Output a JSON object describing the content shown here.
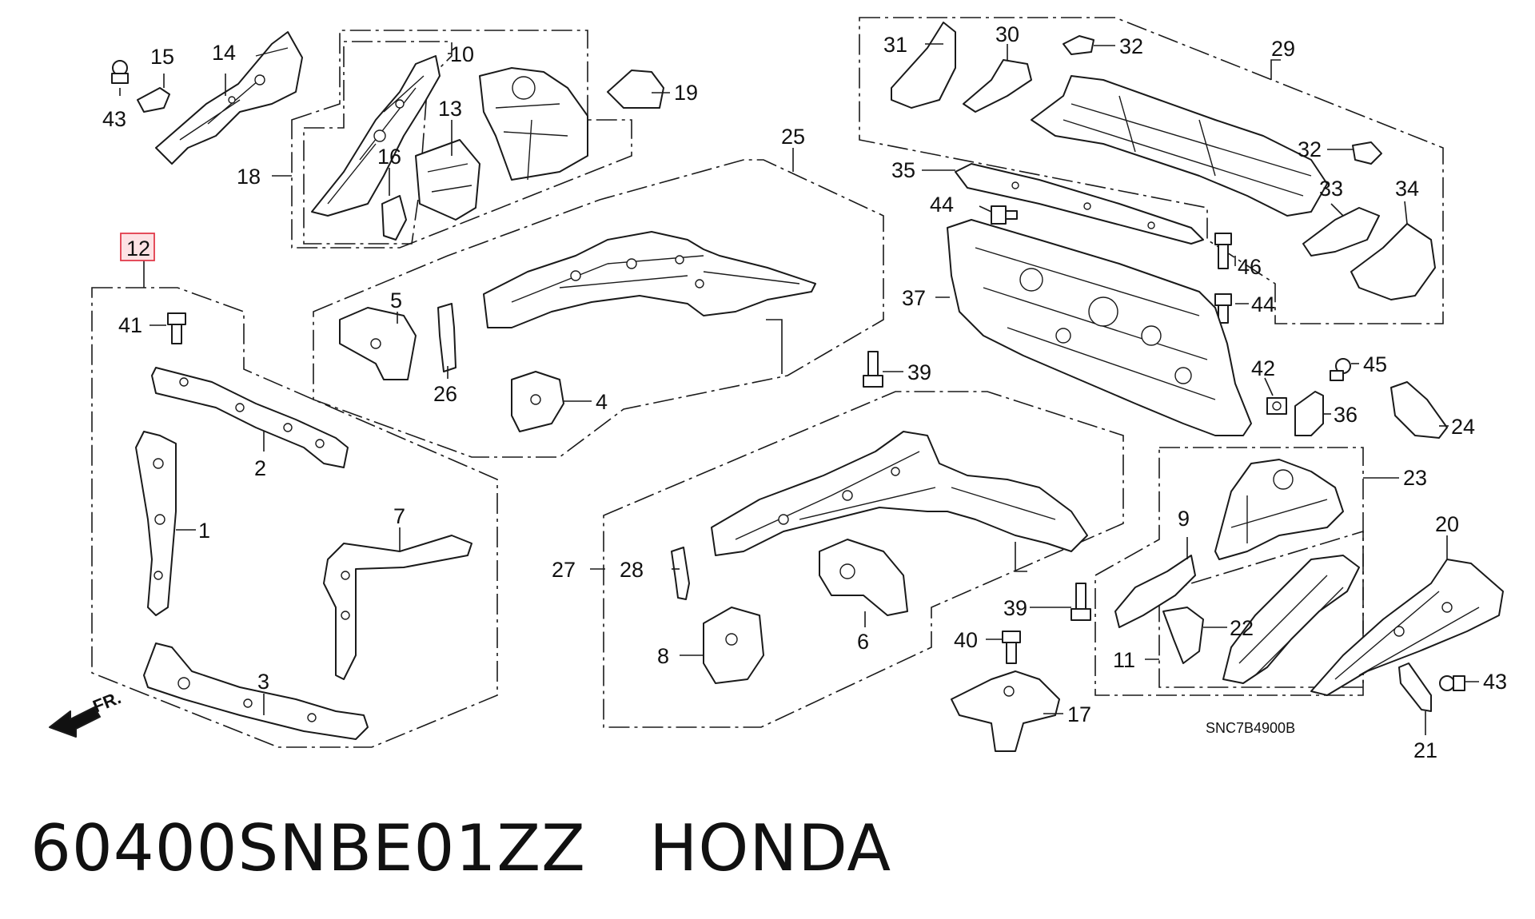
{
  "caption": {
    "part_number": "60400SNBE01ZZ",
    "brand": "HONDA"
  },
  "diagram": {
    "code": "SNC7B4900B",
    "front_label": "FR.",
    "highlight_color": "#e23b4a",
    "callouts": {
      "n1": "1",
      "n2": "2",
      "n3": "3",
      "n4": "4",
      "n5": "5",
      "n6": "6",
      "n7": "7",
      "n8": "8",
      "n9": "9",
      "n10": "10",
      "n11": "11",
      "n12": "12",
      "n13": "13",
      "n14": "14",
      "n15": "15",
      "n16": "16",
      "n17": "17",
      "n18": "18",
      "n19": "19",
      "n20": "20",
      "n21": "21",
      "n22": "22",
      "n23": "23",
      "n24": "24",
      "n25": "25",
      "n26": "26",
      "n27": "27",
      "n28": "28",
      "n29": "29",
      "n30": "30",
      "n31": "31",
      "n32a": "32",
      "n32b": "32",
      "n33": "33",
      "n34": "34",
      "n35": "35",
      "n36": "36",
      "n37": "37",
      "n39a": "39",
      "n39b": "39",
      "n40": "40",
      "n41": "41",
      "n42": "42",
      "n43a": "43",
      "n43b": "43",
      "n44a": "44",
      "n44b": "44",
      "n45": "45",
      "n46": "46"
    }
  }
}
